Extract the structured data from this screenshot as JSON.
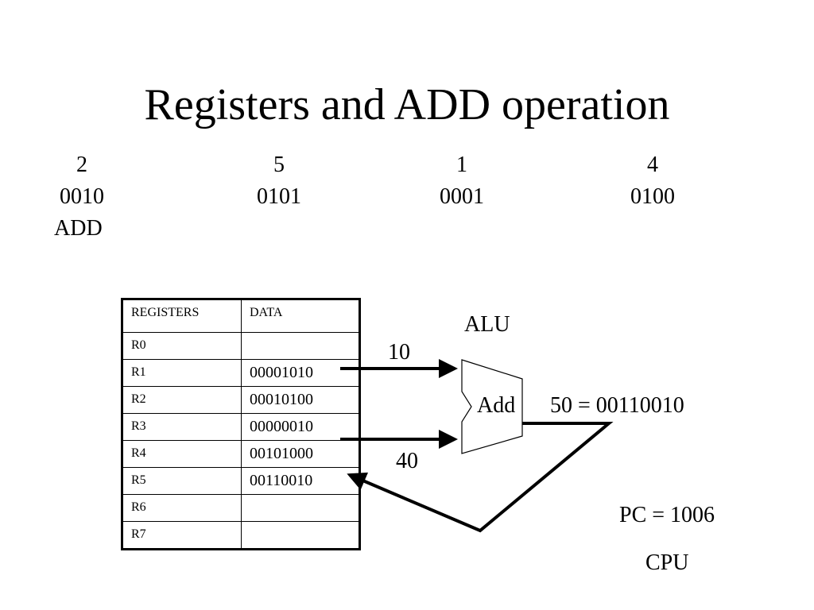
{
  "title": "Registers and ADD operation",
  "instruction": [
    {
      "decimal": "2",
      "binary": "0010",
      "mnemonic": "ADD"
    },
    {
      "decimal": "5",
      "binary": "0101",
      "mnemonic": ""
    },
    {
      "decimal": "1",
      "binary": "0001",
      "mnemonic": ""
    },
    {
      "decimal": "4",
      "binary": "0100",
      "mnemonic": ""
    }
  ],
  "register_table": {
    "headers": [
      "REGISTERS",
      "DATA"
    ],
    "rows": [
      {
        "register": "R0",
        "data": ""
      },
      {
        "register": "R1",
        "data": "00001010"
      },
      {
        "register": "R2",
        "data": "00010100"
      },
      {
        "register": "R3",
        "data": "00000010"
      },
      {
        "register": "R4",
        "data": "00101000"
      },
      {
        "register": "R5",
        "data": "00110010"
      },
      {
        "register": "R6",
        "data": ""
      },
      {
        "register": "R7",
        "data": ""
      }
    ]
  },
  "alu": {
    "label": "ALU",
    "operation": "Add"
  },
  "input_a": "10",
  "input_b": "40",
  "result": "50 = 00110010",
  "pc": "PC = 1006",
  "cpu_label": "CPU"
}
